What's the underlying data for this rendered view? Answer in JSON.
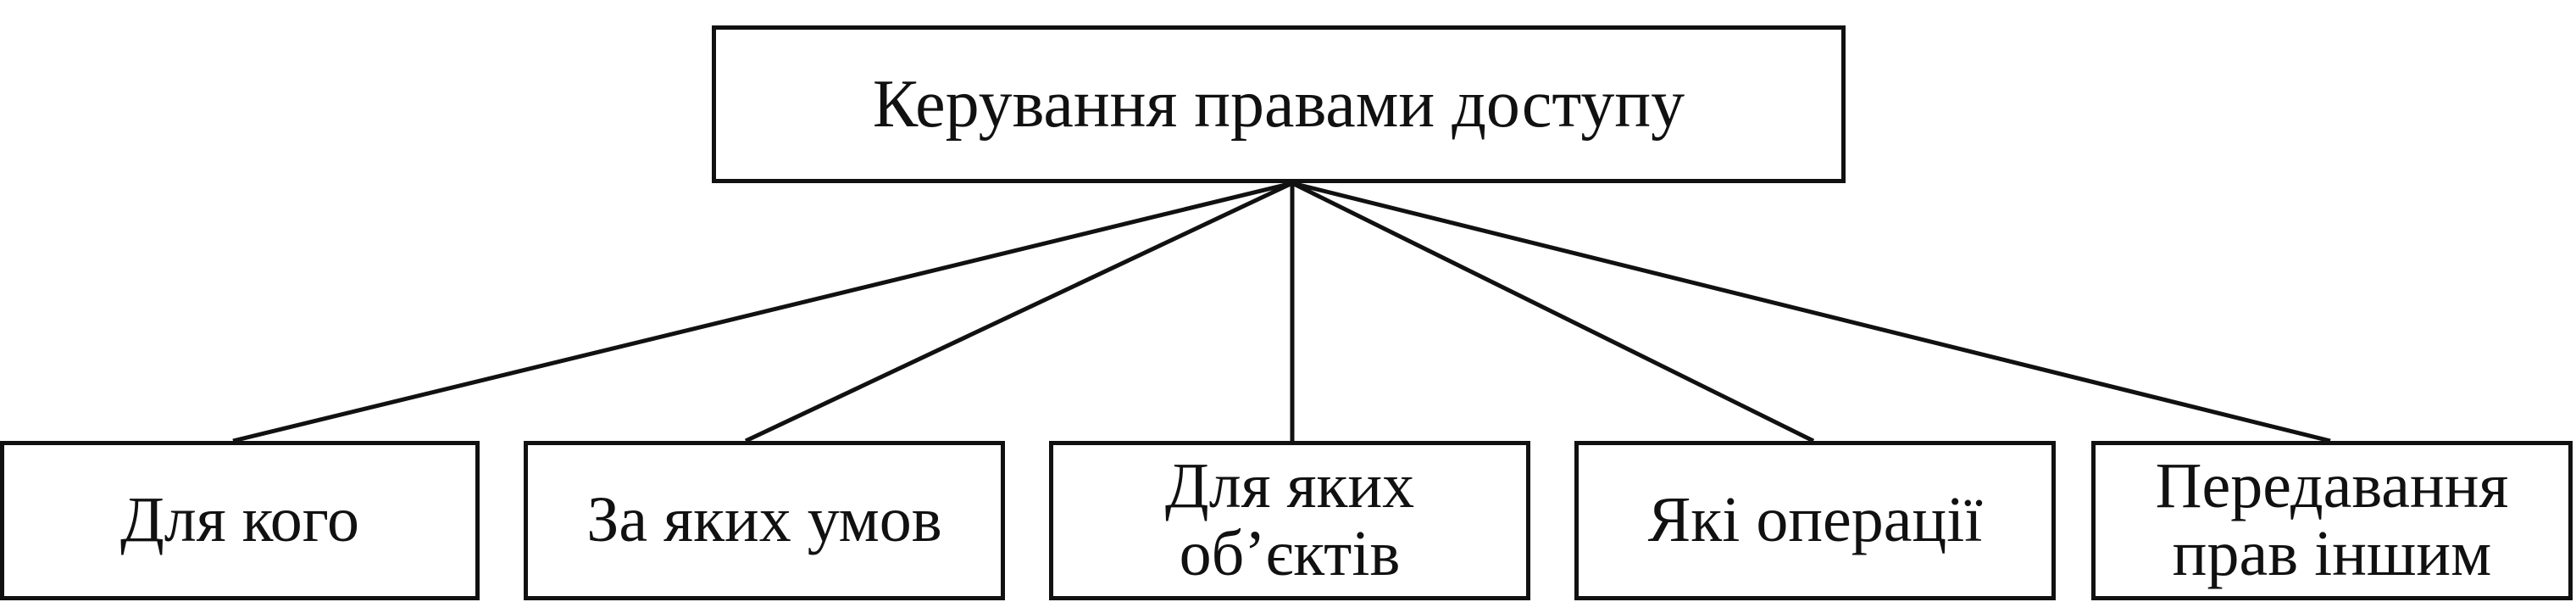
{
  "diagram": {
    "root": "Керування правами доступу",
    "children": [
      "Для кого",
      "За яких умов",
      "Для яких\nоб’єктів",
      "Які операції",
      "Передавання\nправ іншим"
    ]
  }
}
